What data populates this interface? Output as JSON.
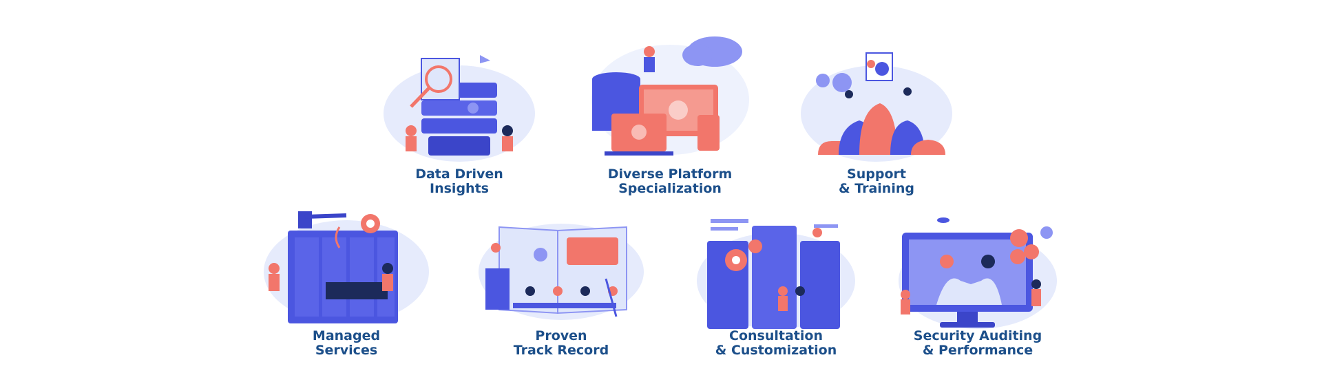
{
  "services": [
    {
      "line1": "Data Driven",
      "line2": "Insights"
    },
    {
      "line1": "Diverse Platform",
      "line2": "Specialization"
    },
    {
      "line1": "Support",
      "line2": "& Training"
    },
    {
      "line1": "Managed",
      "line2": "Services"
    },
    {
      "line1": "Proven",
      "line2": "Track Record"
    },
    {
      "line1": "Consultation",
      "line2": "& Customization"
    },
    {
      "line1": "Security Auditing",
      "line2": "& Performance"
    }
  ],
  "icons": {
    "data_driven": "data-analysis-illustration",
    "diverse_platform": "cloud-devices-illustration",
    "support_training": "training-presentation-illustration",
    "managed_services": "server-maintenance-illustration",
    "proven_track_record": "open-book-team-illustration",
    "consultation": "server-racks-gears-illustration",
    "security_auditing": "monitor-handshake-illustration"
  },
  "colors": {
    "caption": "#1c4f8a",
    "accent_blue": "#4b56e0",
    "accent_coral": "#f2766b",
    "pale_blue": "#dfe6fb"
  }
}
